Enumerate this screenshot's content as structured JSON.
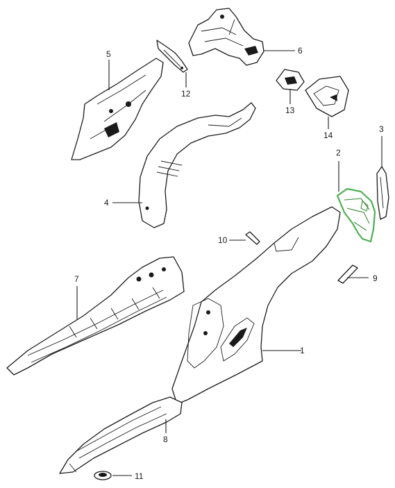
{
  "colors": {
    "ink": "#1a1a1a",
    "highlight": "#4caf50",
    "background": "#ffffff"
  },
  "parts": [
    {
      "id": "1",
      "label": "1"
    },
    {
      "id": "2",
      "label": "2",
      "highlighted": true
    },
    {
      "id": "3",
      "label": "3"
    },
    {
      "id": "4",
      "label": "4"
    },
    {
      "id": "5",
      "label": "5"
    },
    {
      "id": "6",
      "label": "6"
    },
    {
      "id": "7",
      "label": "7"
    },
    {
      "id": "8",
      "label": "8"
    },
    {
      "id": "9",
      "label": "9"
    },
    {
      "id": "10",
      "label": "10"
    },
    {
      "id": "11",
      "label": "11"
    },
    {
      "id": "12",
      "label": "12"
    },
    {
      "id": "13",
      "label": "13"
    },
    {
      "id": "14",
      "label": "14"
    }
  ]
}
